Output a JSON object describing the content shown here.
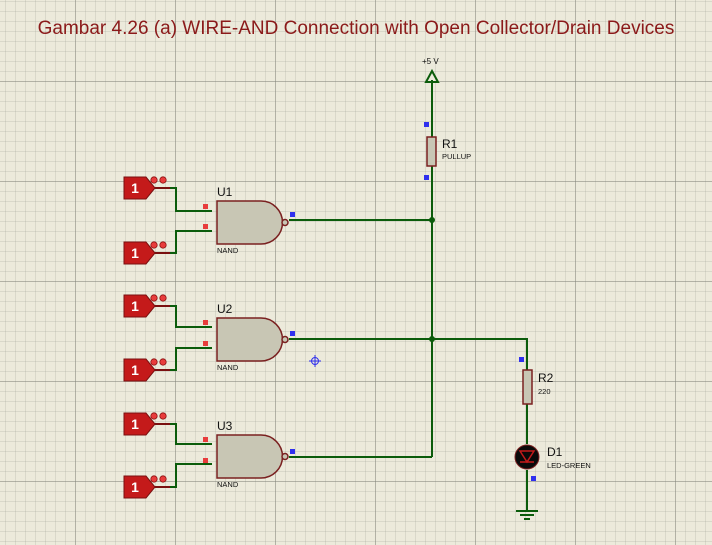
{
  "title": "Gambar 4.26 (a) WIRE-AND Connection with Open Collector/Drain Devices",
  "colors": {
    "wire": "#0b5c0b",
    "gate_fill": "#c8c6b4",
    "gate_stroke": "#7a2020",
    "logic_source": "#c41a1a",
    "pin_red": "#e83c3c",
    "pin_blue": "#3030ee",
    "text": "#111111",
    "title": "#8b1a1a"
  },
  "supply": {
    "label": "+5 V"
  },
  "resistors": [
    {
      "ref": "R1",
      "value": "PULLUP"
    },
    {
      "ref": "R2",
      "value": "220"
    }
  ],
  "led": {
    "ref": "D1",
    "value": "LED-GREEN"
  },
  "gates": [
    {
      "ref": "U1",
      "type": "NAND"
    },
    {
      "ref": "U2",
      "type": "NAND"
    },
    {
      "ref": "U3",
      "type": "NAND"
    }
  ],
  "logic_inputs": [
    "1",
    "1",
    "1",
    "1",
    "1",
    "1"
  ]
}
